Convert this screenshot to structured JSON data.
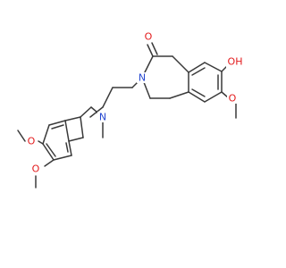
{
  "atoms": {
    "oxygen_carbonyl": {
      "text": "O",
      "color": "#e31a1c"
    },
    "nitrogen_ring": {
      "text": "N",
      "color": "#2547d0"
    },
    "hydroxyl": {
      "text": "OH",
      "color": "#e31a1c"
    },
    "oxygen_methoxy_r": {
      "text": "O",
      "color": "#e31a1c"
    },
    "nitrogen_amine": {
      "text": "N",
      "color": "#2547d0"
    },
    "oxygen_methoxy_l1": {
      "text": "O",
      "color": "#e31a1c"
    },
    "oxygen_methoxy_l2": {
      "text": "O",
      "color": "#e31a1c"
    }
  },
  "colors": {
    "bond": "#3a3a3a",
    "background": "#ffffff"
  }
}
